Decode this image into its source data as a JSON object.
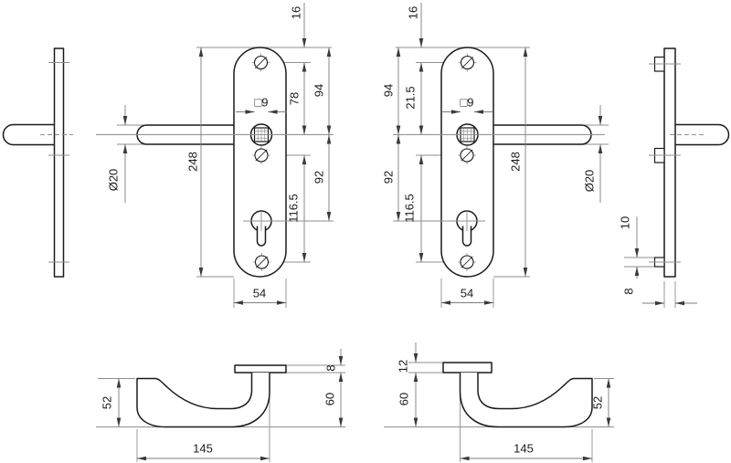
{
  "colors": {
    "outline": "#1a1a1a",
    "dimension_line": "#8a8a8a",
    "text": "#1c1c1c",
    "background": "#ffffff"
  },
  "left_plate": {
    "dim_top_screw_offset": "16",
    "dim_top_to_handle": "94",
    "dim_screw_to_handle": "78",
    "dim_spindle_square": "□9",
    "dim_plate_height": "248",
    "dim_handle_to_cylinder": "92",
    "dim_screw_spacing": "116.5",
    "dim_plate_width": "54",
    "dim_handle_diameter": "Ø20"
  },
  "right_plate": {
    "dim_top_screw_offset": "16",
    "dim_top_to_handle": "94",
    "dim_screw_to_handle": "21.5",
    "dim_spindle_square": "□9",
    "dim_handle_to_cylinder": "92",
    "dim_screw_spacing": "116.5",
    "dim_plate_height": "248",
    "dim_plate_width": "54",
    "dim_handle_diameter": "Ø20"
  },
  "right_profile": {
    "dim_lug_height": "10",
    "dim_plate_thickness": "8"
  },
  "left_handle": {
    "dim_grip_height": "52",
    "dim_rose_thickness": "8",
    "dim_handle_depth": "60",
    "dim_handle_length": "145"
  },
  "right_handle": {
    "dim_rose_thickness": "12",
    "dim_handle_depth": "60",
    "dim_grip_height": "52",
    "dim_handle_length": "145"
  }
}
